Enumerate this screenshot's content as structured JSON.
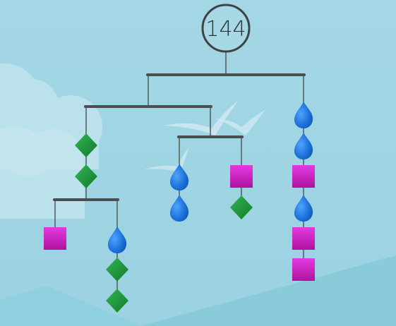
{
  "puzzle": {
    "total_weight": "144",
    "pieces": [
      {
        "shape": "drop",
        "color": "#1a6fd6"
      },
      {
        "shape": "diamond",
        "color": "#1e9a3a"
      },
      {
        "shape": "square",
        "color": "#c41fbf"
      }
    ]
  },
  "colors": {
    "sky": "#a7d9e6",
    "ground": "#8ecfdd",
    "cloud": "#c6e7ef",
    "bar": "#4a4d52",
    "string": "#55595e",
    "ring": "#3f4246"
  },
  "decorations": [
    "cloud",
    "bird",
    "bird",
    "bird"
  ]
}
